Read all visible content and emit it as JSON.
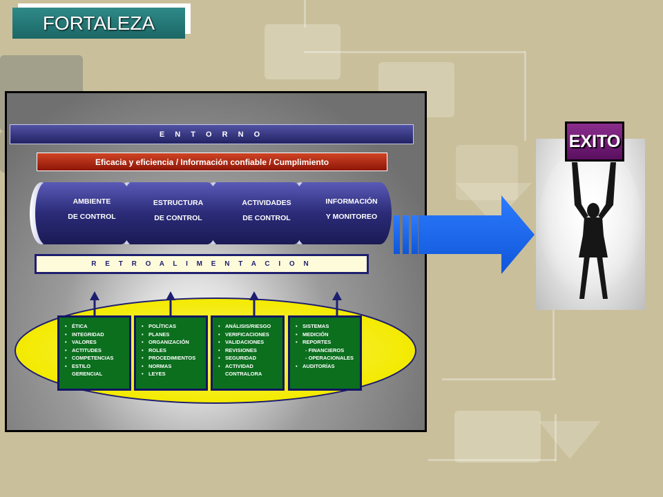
{
  "title": "FORTALEZA",
  "entorno": "E N T O R N O",
  "objectives": "Eficacia y eficiencia / Información confiable / Cumplimiento",
  "components": [
    {
      "line1": "AMBIENTE",
      "line2": "DE CONTROL"
    },
    {
      "line1": "ESTRUCTURA",
      "line2": "DE CONTROL"
    },
    {
      "line1": "ACTIVIDADES",
      "line2": "DE CONTROL"
    },
    {
      "line1": "INFORMACIÓN",
      "line2": "Y MONITOREO"
    }
  ],
  "feedback": "R E T R O A L I M E N T A C I O N",
  "boxes": [
    {
      "items": [
        "ÉTICA",
        "INTEGRIDAD",
        "VALORES",
        "ACTITUDES",
        "COMPETENCIAS",
        "ESTILO",
        "GERENCIAL"
      ]
    },
    {
      "items": [
        "POLÍTICAS",
        "PLANES",
        "ORGANIZACIÓN",
        "ROLES",
        "PROCEDIMIENTOS",
        "NORMAS",
        "LEYES"
      ]
    },
    {
      "items": [
        "ANÁLISIS/RIESGO",
        "VERIFICACIONES",
        "VALIDACIONES",
        "REVISIONES",
        "SEGURIDAD",
        "ACTIVIDAD",
        "CONTRALORA"
      ]
    },
    {
      "items": [
        "SISTEMAS",
        "MEDICIÓN",
        "REPORTES",
        "- FINANCIEROS",
        "- OPERACIONALES",
        "AUDITORÍAS"
      ]
    }
  ],
  "result": "EXITO",
  "colors": {
    "background": "#c9bf9b",
    "title_tab": "#1b6766",
    "entorno_bar": "#222262",
    "objectives_bar": "#8d1608",
    "cylinders": "#2b2b78",
    "feedback_bar": "#fefbda",
    "ellipse": "#f6ee00",
    "boxes": "#0b6f1e",
    "arrow": "#1565f0",
    "exito_sign": "#5a0f60"
  }
}
